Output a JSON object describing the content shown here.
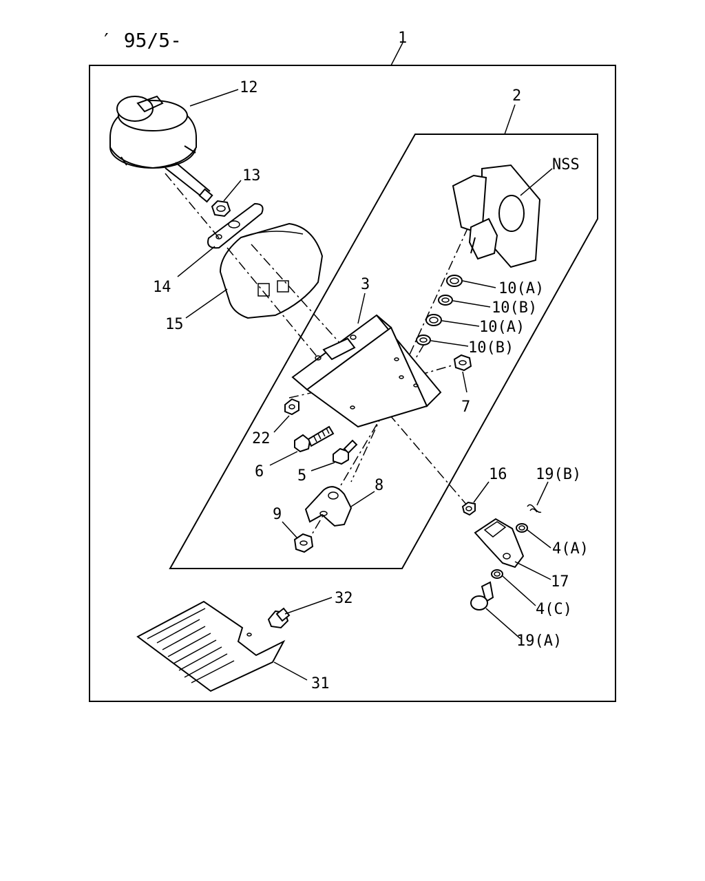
{
  "header": {
    "model_date": "′ 95/5-"
  },
  "callouts": {
    "c1": "1",
    "c2": "2",
    "c3": "3",
    "c4a": "4(A)",
    "c4c": "4(C)",
    "c5": "5",
    "c6": "6",
    "c7": "7",
    "c8": "8",
    "c9": "9",
    "c10a1": "10(A)",
    "c10b1": "10(B)",
    "c10a2": "10(A)",
    "c10b2": "10(B)",
    "c12": "12",
    "c13": "13",
    "c14": "14",
    "c15": "15",
    "c16": "16",
    "c17": "17",
    "c19a": "19(A)",
    "c19b": "19(B)",
    "c22": "22",
    "c31": "31",
    "c32": "32",
    "nss": "NSS"
  }
}
